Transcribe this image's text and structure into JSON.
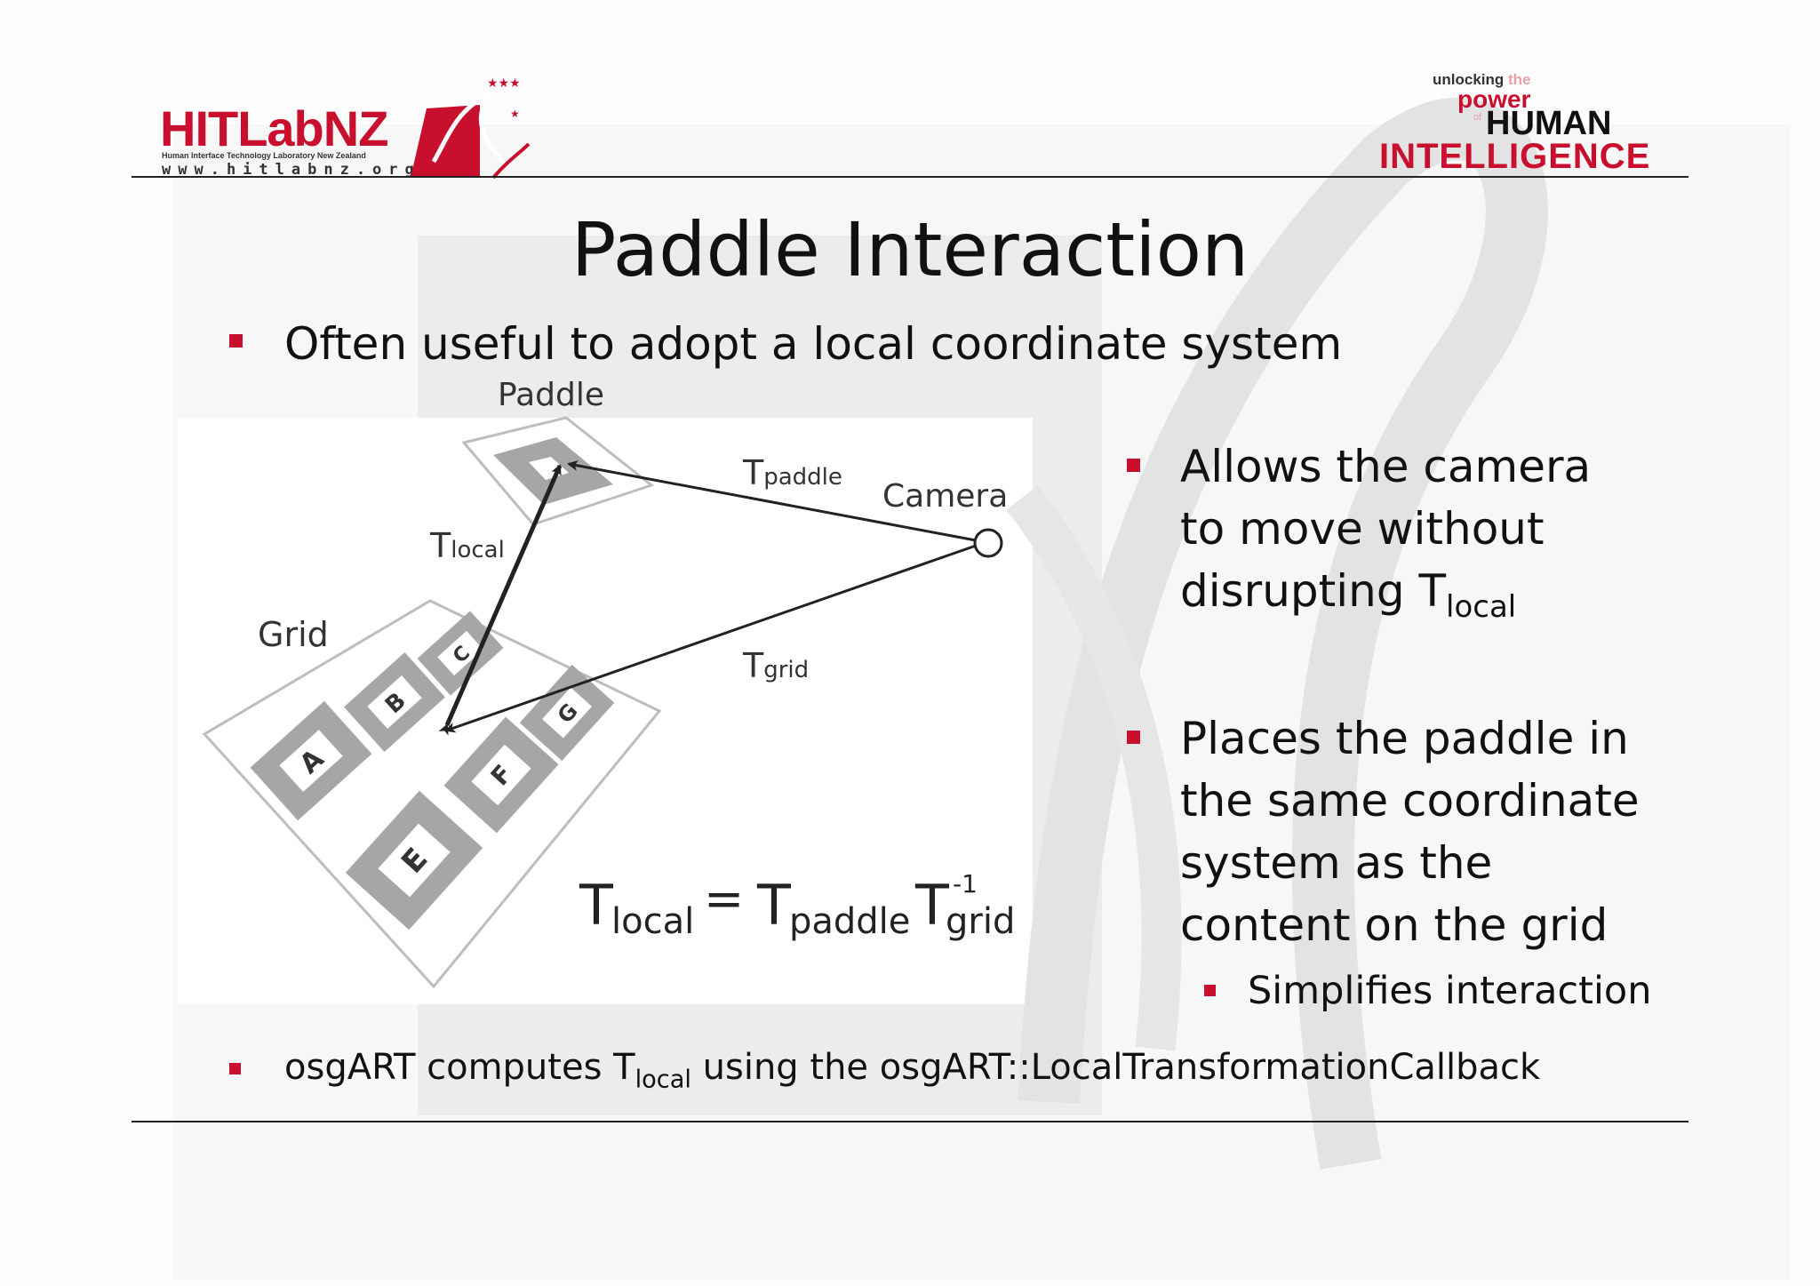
{
  "header": {
    "logo_left_text": "HITLabNZ",
    "logo_left_subline": "Human Interface Technology Laboratory New Zealand",
    "logo_left_url": "www.hitlabnz.org",
    "logo_right_line1": "unlocking",
    "logo_right_line1_faded": "the",
    "logo_right_line2": "power",
    "logo_right_small": "of",
    "logo_right_line3": "HUMAN",
    "logo_right_line4": "INTELLIGENCE"
  },
  "slide": {
    "title": "Paddle Interaction",
    "bullet1": "Often useful to adopt a local coordinate system",
    "right_bullets": [
      {
        "lines": [
          "Allows the camera",
          "to move without",
          "disrupting T"
        ],
        "subscript": "local"
      },
      {
        "lines": [
          "Places the paddle in",
          "the same coordinate",
          "system as the",
          "content on the grid"
        ]
      }
    ],
    "sub_bullet": "Simplifies interaction",
    "bottom_bullet": {
      "prefix": "osgART computes T",
      "subscript": "local",
      "suffix": " using the osgART::LocalTransformationCallback"
    }
  },
  "diagram": {
    "label_paddle": "Paddle",
    "label_camera": "Camera",
    "label_grid": "Grid",
    "label_tpaddle": {
      "t": "T",
      "sub": "paddle"
    },
    "label_tlocal": {
      "t": "T",
      "sub": "local"
    },
    "label_tgrid": {
      "t": "T",
      "sub": "grid"
    },
    "grid_markers": [
      "A",
      "B",
      "C",
      "E",
      "F",
      "G"
    ],
    "equation": {
      "lhs": "T",
      "lhs_sub": "local",
      "eq": "=",
      "t1": "T",
      "t1_sub": "paddle",
      "t2": "T",
      "t2_sup": "-1",
      "t2_sub": "grid"
    }
  },
  "colors": {
    "accent_red": "#c8102e",
    "marker_gray": "#a6a6a6",
    "rule": "#222222"
  }
}
